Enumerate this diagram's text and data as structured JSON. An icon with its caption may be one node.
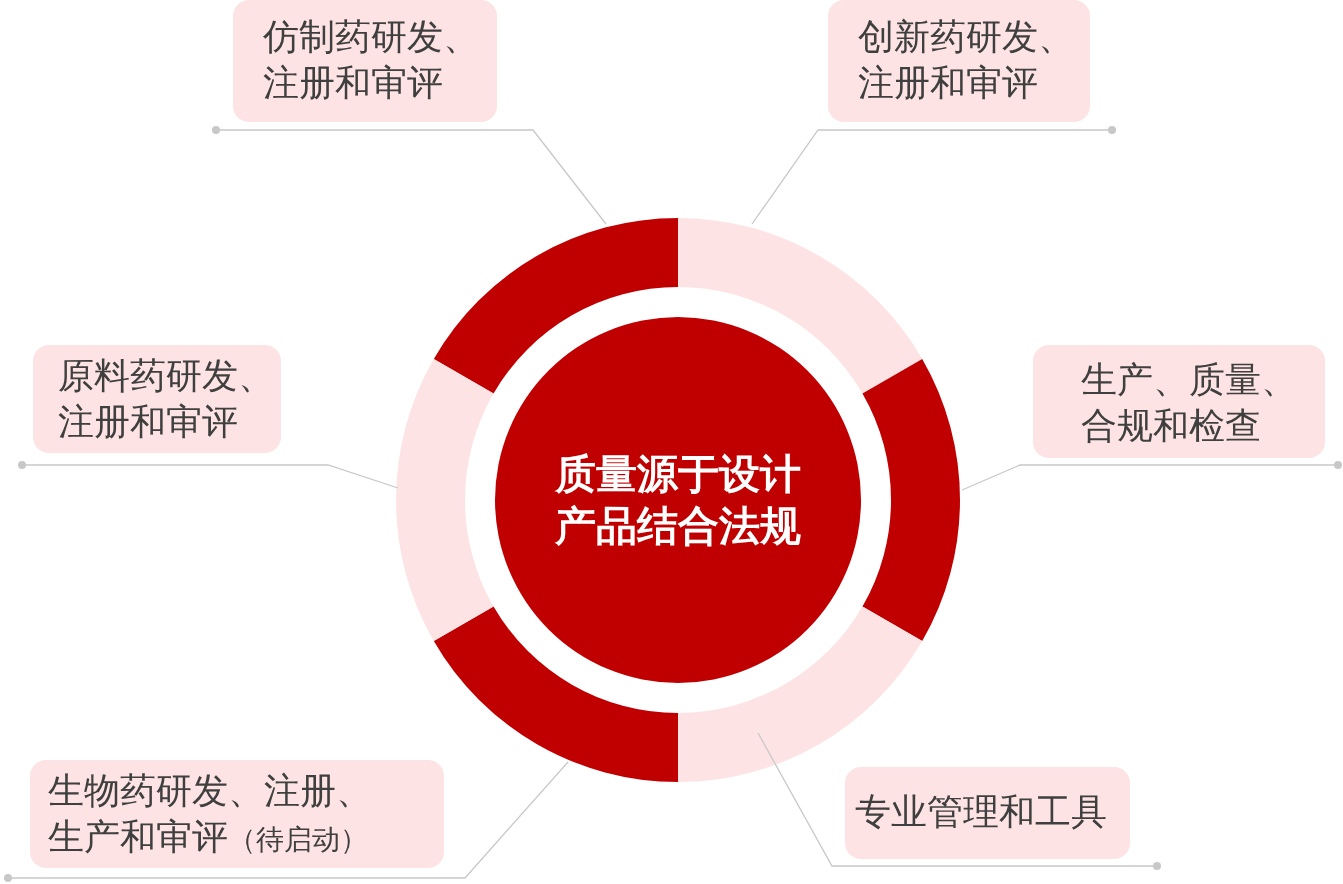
{
  "diagram": {
    "nodes": [
      {
        "text": [
          "仿制药研发、注册和审评"
        ]
      },
      {
        "text": [
          "创新药研发、注册和审评"
        ]
      },
      {
        "text": [
          "原料药研发、注册和审评"
        ]
      },
      {
        "text": [
          "生产、质量、合规和检查"
        ]
      },
      {
        "text": [
          "生物药研发、注册、生产和审评",
          "（待启动）"
        ]
      },
      {
        "text": [
          "专业管理和工具"
        ]
      },
      {
        "text": [
          "质量源于设计产品结合法规"
        ]
      },
      {
        "text": [],
        "shape": "arc"
      },
      {
        "text": [],
        "shape": "arc"
      },
      {
        "text": [],
        "shape": "arc"
      },
      {
        "text": [],
        "shape": "arc"
      },
      {
        "text": [],
        "shape": "arc"
      },
      {
        "text": [],
        "shape": "arc"
      }
    ],
    "edges": [
      {
        "from": 0,
        "to": 7,
        "arrow": "other"
      },
      {
        "from": 1,
        "to": 8,
        "arrow": "other"
      },
      {
        "from": 3,
        "to": 9,
        "arrow": "other"
      },
      {
        "from": 5,
        "to": 10,
        "arrow": "other"
      },
      {
        "from": 4,
        "to": 11,
        "arrow": "other"
      },
      {
        "from": 2,
        "to": 12,
        "arrow": "other"
      }
    ]
  }
}
